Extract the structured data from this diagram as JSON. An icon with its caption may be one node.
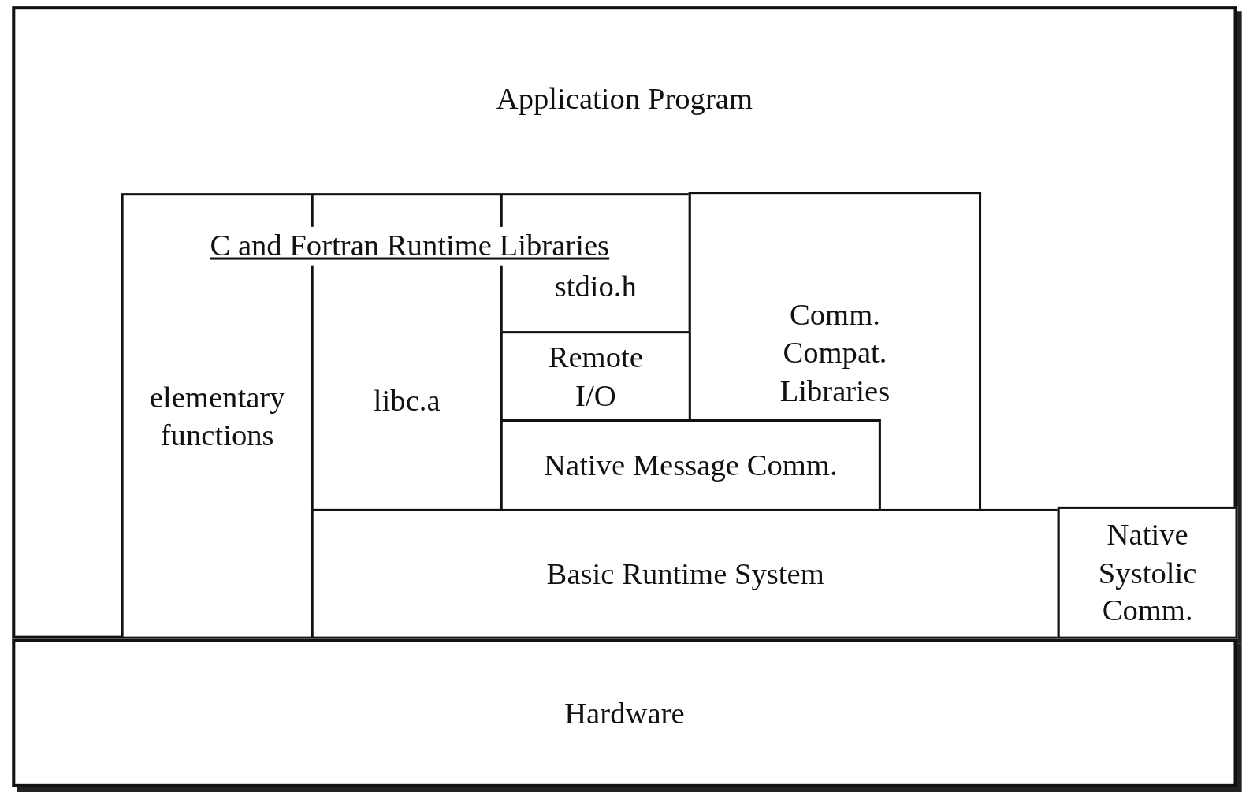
{
  "diagram": {
    "nodes": [
      {
        "text": [
          "Application Program"
        ]
      },
      {
        "text": [
          "C and Fortran Runtime Libraries"
        ],
        "in": 0
      },
      {
        "text": [
          "elementary functions"
        ],
        "in": 0
      },
      {
        "text": [
          "libc.a"
        ],
        "in": 0
      },
      {
        "text": [
          "stdio.h"
        ],
        "in": 0
      },
      {
        "text": [
          "Comm. Compat. Libraries"
        ],
        "in": 0
      },
      {
        "text": [
          "Remote I/O"
        ],
        "in": 0
      },
      {
        "text": [
          "Native Message Comm."
        ],
        "in": 0
      },
      {
        "text": [
          "Basic Runtime System"
        ],
        "in": 0
      },
      {
        "text": [
          "Native Systolic Comm."
        ],
        "in": 0
      },
      {
        "text": [
          "Hardware"
        ]
      }
    ]
  }
}
